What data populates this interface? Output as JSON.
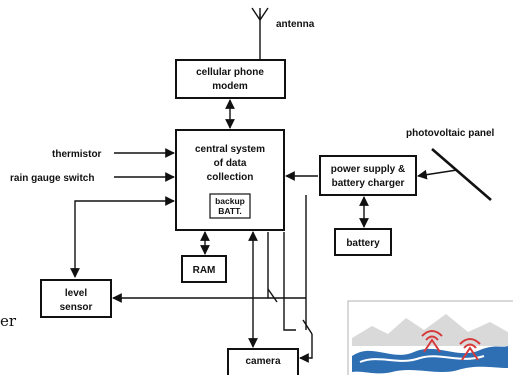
{
  "labels": {
    "antenna": "antenna",
    "modem_line1": "cellular phone",
    "modem_line2": "modem",
    "thermistor": "thermistor",
    "rain_gauge": "rain gauge switch",
    "central_line1": "central system",
    "central_line2": "of data",
    "central_line3": "collection",
    "backup_line1": "backup",
    "backup_line2": "BATT.",
    "photovoltaic": "photovoltaic panel",
    "power_line1": "power supply &",
    "power_line2": "battery charger",
    "battery": "battery",
    "ram": "RAM",
    "level_line1": "level",
    "level_line2": "sensor",
    "camera": "camera",
    "cropped_text": "er"
  },
  "colors": {
    "line": "#111111",
    "background": "#ffffff",
    "thumbnail_river": "#2e6fb4",
    "thumbnail_signal": "#d63a3a"
  },
  "icons": {
    "antenna": "antenna-icon",
    "thumbnail": "river-sensor-thumbnail"
  }
}
